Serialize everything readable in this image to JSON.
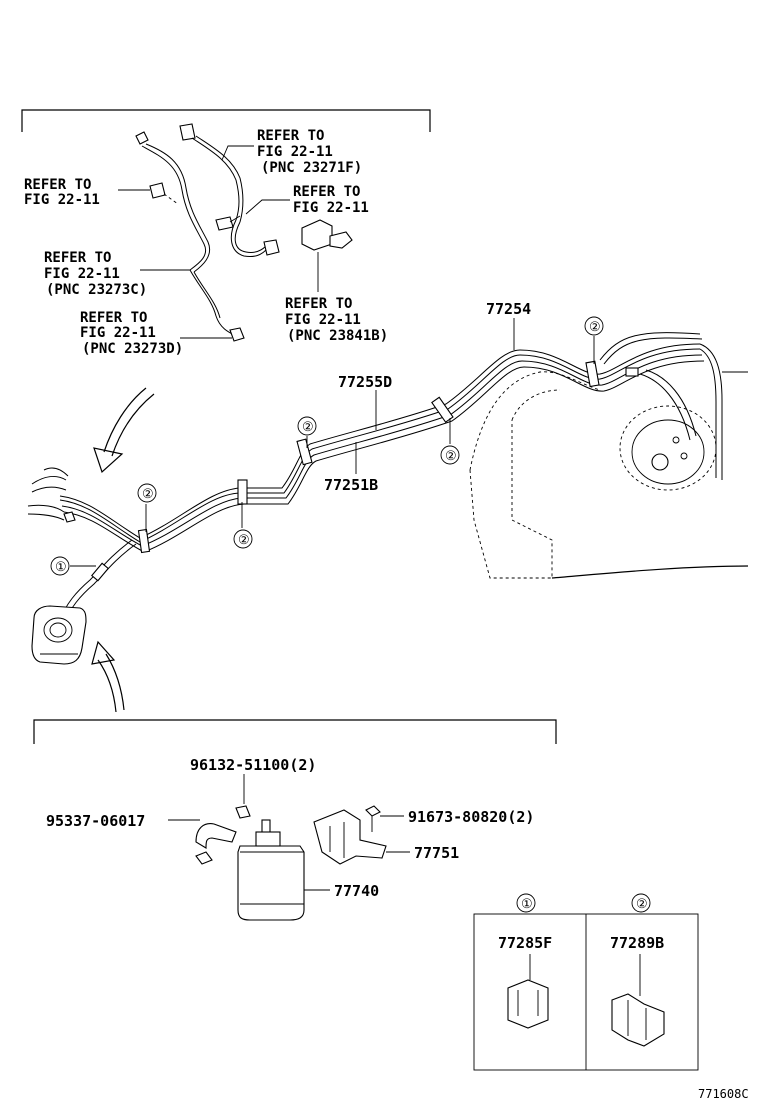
{
  "refer_blocks": [
    {
      "id": "ref1",
      "lines": [
        "REFER TO",
        "FIG 22-11",
        "(PNC 23271F)"
      ]
    },
    {
      "id": "ref2",
      "lines": [
        "REFER TO",
        "FIG 22-11"
      ]
    },
    {
      "id": "ref3",
      "lines": [
        "REFER TO",
        "FIG 22-11"
      ]
    },
    {
      "id": "ref4",
      "lines": [
        "REFER TO",
        "FIG 22-11",
        "(PNC 23273C)"
      ]
    },
    {
      "id": "ref5",
      "lines": [
        "REFER TO",
        "FIG 22-11",
        "(PNC 23841B)"
      ]
    },
    {
      "id": "ref6",
      "lines": [
        "REFER TO",
        "FIG 22-11",
        "(PNC 23273D)"
      ]
    }
  ],
  "part_labels": {
    "p77254": "77254",
    "p77255D": "77255D",
    "p77251B": "77251B",
    "p96132": "96132-51100(2)",
    "p95337": "95337-06017",
    "p91673": "91673-80820(2)",
    "p77751": "77751",
    "p77740": "77740",
    "p77285F": "77285F",
    "p77289B": "77289B"
  },
  "callouts": {
    "one": "①",
    "two": "②"
  },
  "diagram_code": "771608C"
}
